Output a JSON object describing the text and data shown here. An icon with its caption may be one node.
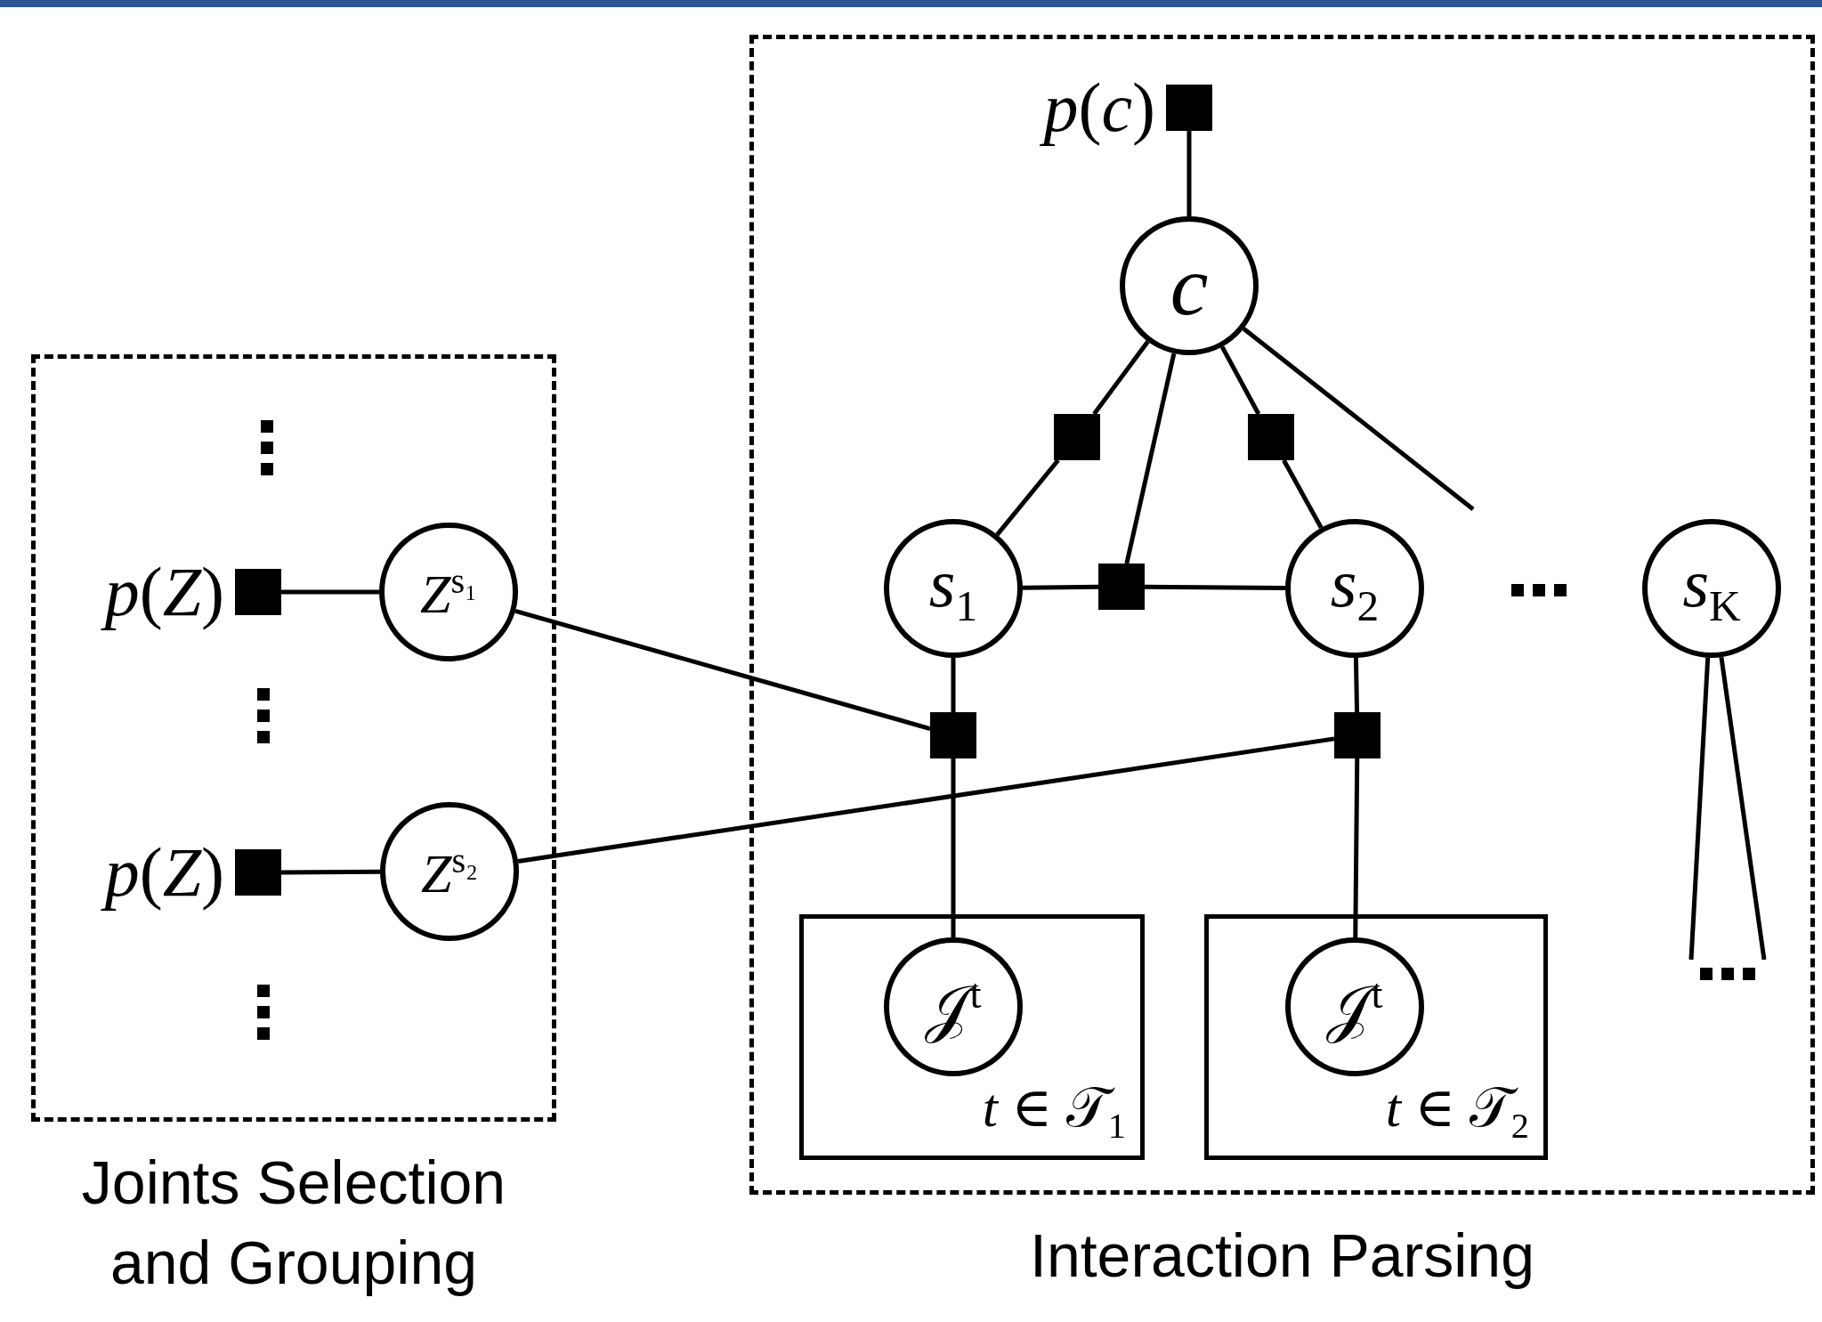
{
  "diagram": {
    "nodes": [
      {
        "text": [
          "Joints Selection and Grouping"
        ]
      },
      {
        "text": [
          "Interaction Parsing"
        ]
      },
      {
        "text": [],
        "shape": "box",
        "beside": [
          "*p*(*Z*)"
        ],
        "in": 0
      },
      {
        "text": [
          "*Z*$^{s₁}$"
        ],
        "in": 0
      },
      {
        "text": [],
        "shape": "box",
        "beside": [
          "*p*(*Z*)"
        ],
        "in": 0
      },
      {
        "text": [
          "*Z*$^{s₂}$"
        ],
        "in": 0
      },
      {
        "text": [],
        "shape": "box",
        "beside": [
          "*p*(*c*)"
        ],
        "in": 1
      },
      {
        "text": [
          "*c*"
        ],
        "in": 1
      },
      {
        "text": [],
        "shape": "box",
        "in": 1
      },
      {
        "text": [],
        "shape": "box",
        "in": 1
      },
      {
        "text": [
          "*s*$_{1}$"
        ],
        "in": 1
      },
      {
        "text": [],
        "shape": "box",
        "in": 1
      },
      {
        "text": [
          "*s*$_{2}$"
        ],
        "in": 1
      },
      {
        "text": [
          "*s*$_{K}$"
        ],
        "in": 1
      },
      {
        "text": [],
        "shape": "box",
        "in": 1
      },
      {
        "text": [],
        "shape": "box",
        "in": 1
      },
      {
        "text": [
          "*t* ∈ 𝒯$_{1}$"
        ],
        "in": 1
      },
      {
        "text": [
          "𝒥$^{t}$"
        ],
        "in": 16
      },
      {
        "text": [
          "*t* ∈ 𝒯$_{2}$"
        ],
        "in": 1
      },
      {
        "text": [
          "𝒥$^{t}$"
        ],
        "in": 18
      }
    ],
    "edges": [
      {
        "from": 2,
        "to": 3,
        "arrow": "none"
      },
      {
        "from": 4,
        "to": 5,
        "arrow": "none"
      },
      {
        "from": 6,
        "to": 7,
        "arrow": "none"
      },
      {
        "from": 7,
        "to": 8,
        "arrow": "none"
      },
      {
        "from": 8,
        "to": 10,
        "arrow": "none"
      },
      {
        "from": 7,
        "to": 11,
        "arrow": "none"
      },
      {
        "from": 10,
        "to": 11,
        "arrow": "none"
      },
      {
        "from": 11,
        "to": 12,
        "arrow": "none"
      },
      {
        "from": 7,
        "to": 9,
        "arrow": "none"
      },
      {
        "from": 9,
        "to": 12,
        "arrow": "none"
      },
      {
        "from": 7,
        "to": null,
        "arrow": "none"
      },
      {
        "from": 3,
        "to": 14,
        "arrow": "none"
      },
      {
        "from": 10,
        "to": 14,
        "arrow": "none"
      },
      {
        "from": 14,
        "to": 17,
        "arrow": "none"
      },
      {
        "from": 5,
        "to": 15,
        "arrow": "none"
      },
      {
        "from": 12,
        "to": 15,
        "arrow": "none"
      },
      {
        "from": 15,
        "to": 19,
        "arrow": "none"
      },
      {
        "from": 13,
        "to": null,
        "arrow": "none"
      },
      {
        "from": 13,
        "to": null,
        "arrow": "none"
      }
    ]
  }
}
